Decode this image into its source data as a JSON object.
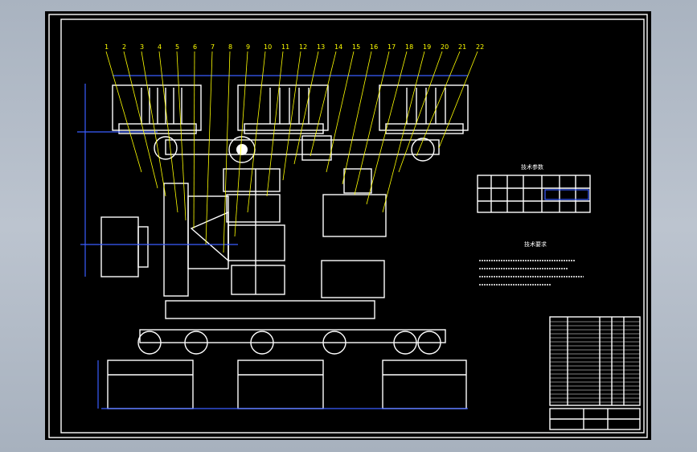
{
  "drawing": {
    "part_numbers": [
      "1",
      "2",
      "3",
      "4",
      "5",
      "6",
      "7",
      "8",
      "9",
      "10",
      "11",
      "12",
      "13",
      "14",
      "15",
      "16",
      "17",
      "18",
      "19",
      "20",
      "21",
      "22"
    ],
    "tech_params_title": "技术参数",
    "tech_reqs_title": "技术要求"
  },
  "colors": {
    "background": "#000000",
    "linework": "#ffffff",
    "dimension": "#3a5cff",
    "leaders": "#ffff00"
  }
}
